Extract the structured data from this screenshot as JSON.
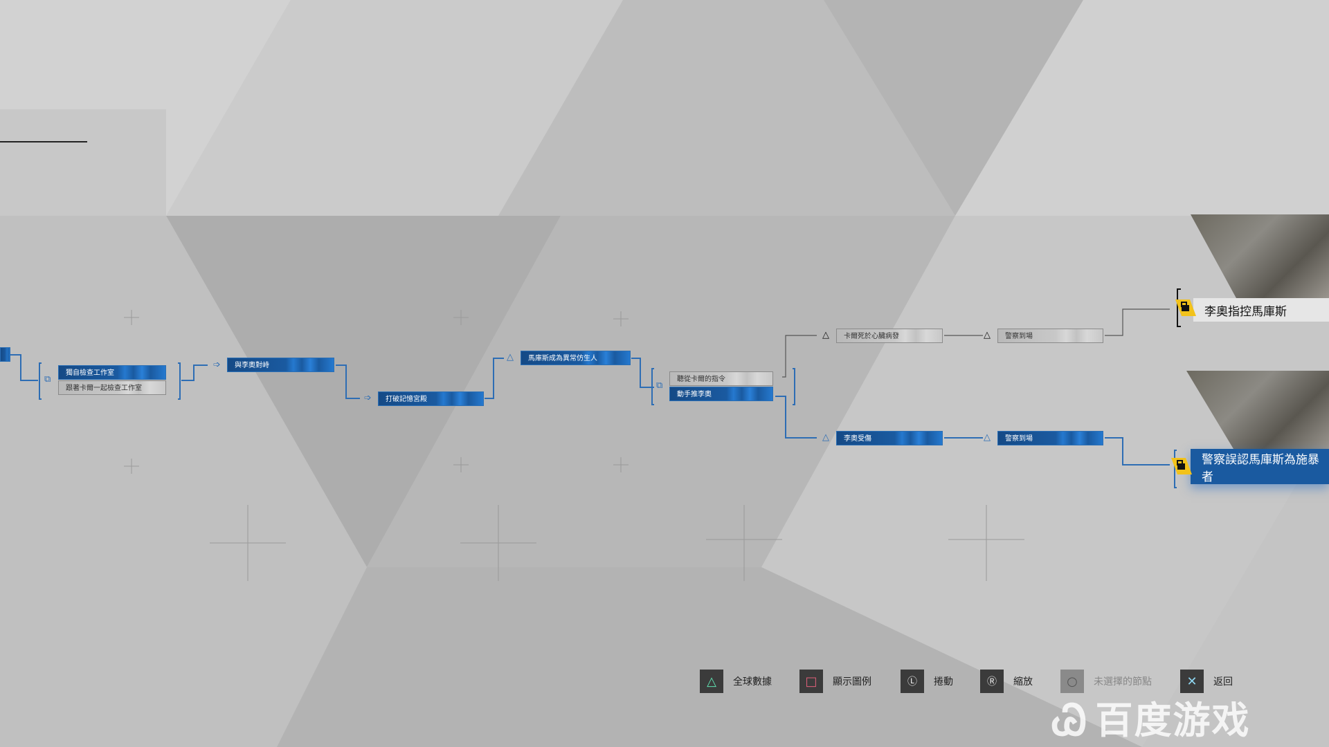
{
  "flowchart": {
    "choice_group_1": [
      "獨自檢查工作室",
      "跟著卡爾一起檢查工作室"
    ],
    "node_confront_leo": "與李奧對峙",
    "node_break_mind_palace": "打破記憶宮殿",
    "node_markus_deviant": "馬庫斯成為異常仿生人",
    "choice_group_2": [
      "聽從卡爾的指令",
      "動手推李奧"
    ],
    "node_carl_heart_attack": "卡爾死於心臟病發",
    "node_police_arrive_1": "警察到場",
    "node_leo_injured": "李奧受傷",
    "node_police_arrive_2": "警察到場"
  },
  "endings": [
    {
      "label": "李奧指控馬庫斯",
      "locked": true
    },
    {
      "label": "警察誤認馬庫斯為施暴者",
      "locked": true,
      "selected": true
    }
  ],
  "hints": [
    {
      "icon": "triangle",
      "label": "全球數據",
      "color": "#5fe0b0"
    },
    {
      "icon": "square",
      "label": "顯示圖例",
      "color": "#e0607a"
    },
    {
      "icon": "L",
      "label": "捲動"
    },
    {
      "icon": "R",
      "label": "縮放"
    },
    {
      "icon": "circle",
      "label": "未選擇的節點"
    },
    {
      "icon": "cross",
      "label": "返回",
      "color": "#8fd6f0"
    }
  ],
  "watermark": "百度游戏"
}
